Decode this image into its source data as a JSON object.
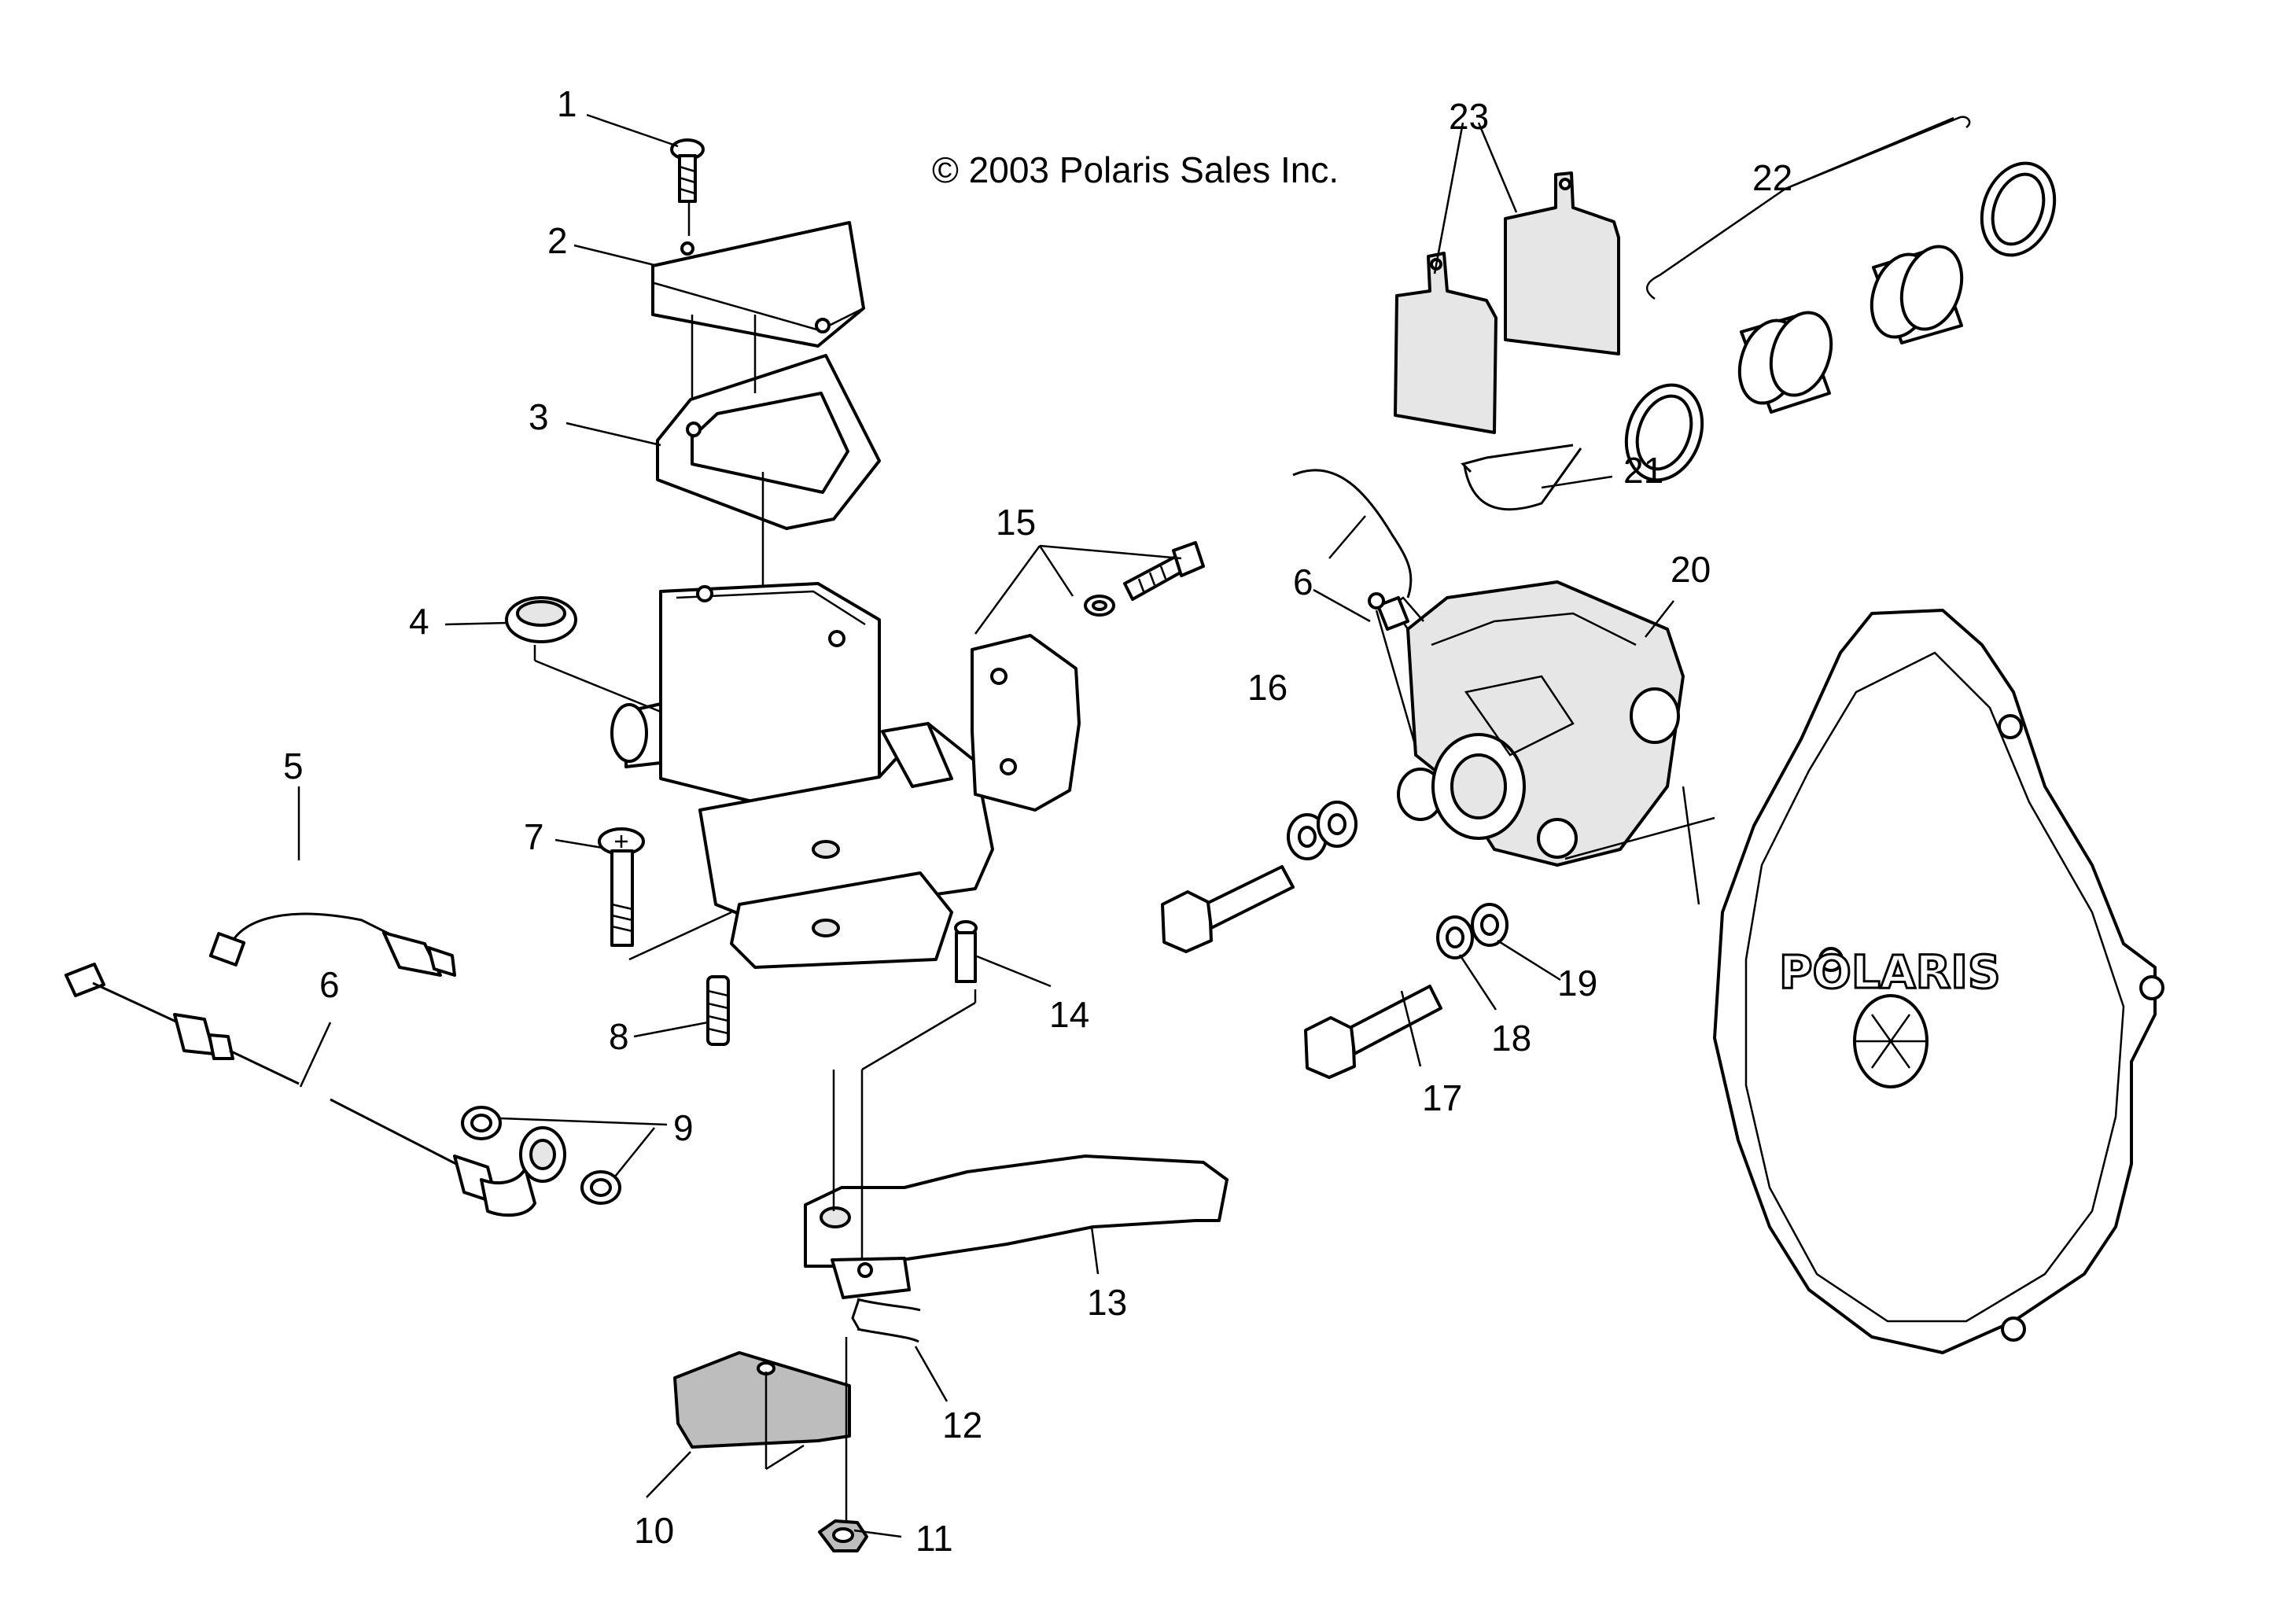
{
  "copyright": "© 2003 Polaris Sales Inc.",
  "brand": "POLARIS",
  "callouts": {
    "c1": "1",
    "c2": "2",
    "c3": "3",
    "c4": "4",
    "c5": "5",
    "c6a": "6",
    "c6b": "6",
    "c7": "7",
    "c8": "8",
    "c9": "9",
    "c10": "10",
    "c11": "11",
    "c12": "12",
    "c13": "13",
    "c14": "14",
    "c15": "15",
    "c16": "16",
    "c17": "17",
    "c18": "18",
    "c19": "19",
    "c20": "20",
    "c21": "21",
    "c22": "22",
    "c23": "23"
  }
}
